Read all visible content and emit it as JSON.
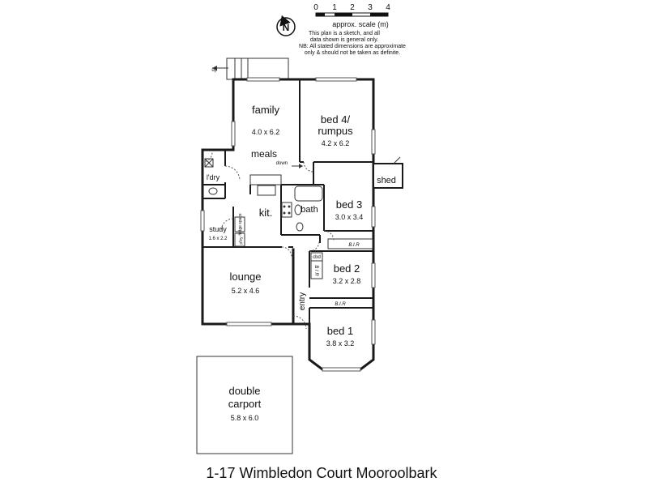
{
  "scale": {
    "ticks": [
      "0",
      "1",
      "2",
      "3",
      "4"
    ],
    "label": "approx. scale (m)",
    "note1_line1": "This plan is a sketch, and all",
    "note1_line2": "data shown is general only.",
    "note2_line1": "NB: All stated dimensions are approximate",
    "note2_line2": "only & should not be taken as definite."
  },
  "compass": {
    "letter": "N"
  },
  "rooms": {
    "family": {
      "name": "family",
      "dims": "4.0 x 6.2"
    },
    "meals": {
      "name": "meals"
    },
    "bed4": {
      "name_line1": "bed 4/",
      "name_line2": "rumpus",
      "dims": "4.2 x 6.2"
    },
    "shed": {
      "name": "shed"
    },
    "laundry": {
      "name": "l'dry"
    },
    "kitchen": {
      "name": "kit."
    },
    "bath": {
      "name": "bath"
    },
    "bed3": {
      "name": "bed 3",
      "dims": "3.0 x 3.4"
    },
    "study": {
      "name": "study",
      "dims": "1.6 x 2.2"
    },
    "pantry": {
      "name": "p'try"
    },
    "fridge": {
      "name": "fridge space"
    },
    "lounge": {
      "name": "lounge",
      "dims": "5.2 x 4.6"
    },
    "bed2": {
      "name": "bed 2",
      "dims": "3.2 x 2.8"
    },
    "bed1": {
      "name": "bed 1",
      "dims": "3.8 x 3.2"
    },
    "entry": {
      "name": "entry"
    },
    "carport": {
      "name_line1": "double",
      "name_line2": "carport",
      "dims": "5.8 x 6.0"
    }
  },
  "labels": {
    "up": "up",
    "down": "down",
    "bir_top": "B.I.R",
    "bir_bottom": "B.I.R",
    "cbd": "cbd",
    "bir_vertical": "B I R"
  },
  "address": "1-17 Wimbledon Court Mooroolbark"
}
